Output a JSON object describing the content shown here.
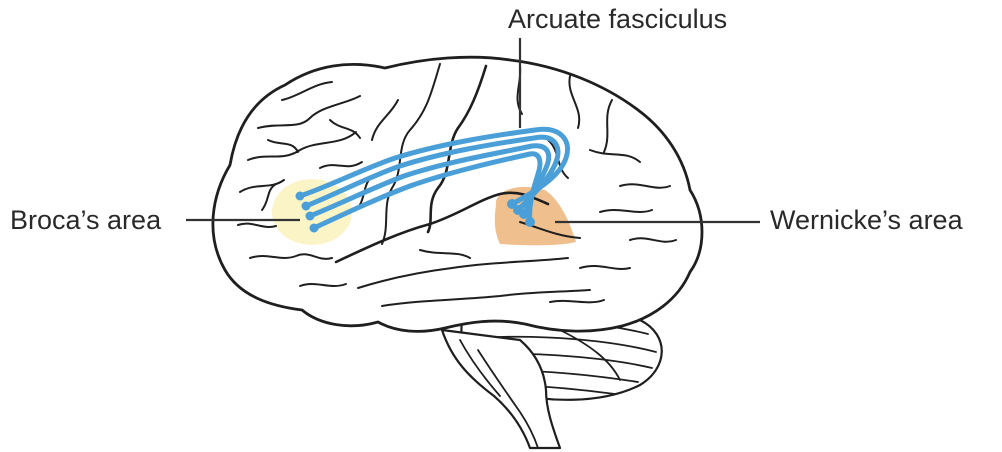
{
  "labels": {
    "arcuate": "Arcuate fasciculus",
    "broca": "Broca’s area",
    "wernicke": "Wernicke’s area"
  },
  "colors": {
    "outline": "#1f1f1f",
    "fiber": "#4a9fd8",
    "broca_region": "#fbf3c4",
    "wernicke_region": "#eebb84",
    "leader_line": "#333333"
  }
}
